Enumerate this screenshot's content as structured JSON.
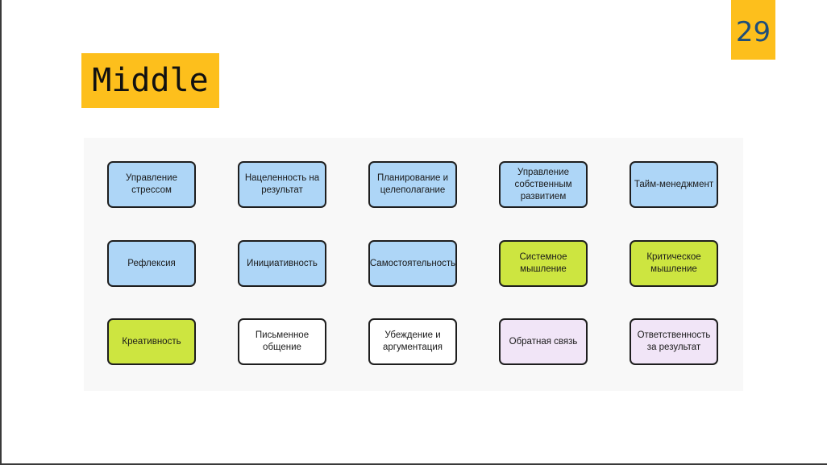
{
  "slide": {
    "page_number": "29",
    "title": "Middle"
  },
  "colors": {
    "accent_yellow": "#FDBF1C",
    "blue": "#AED6F7",
    "green": "#CDE540",
    "white": "#FFFFFF",
    "lavender": "#F1E5F7"
  },
  "cards": [
    {
      "label": "Управление стрессом",
      "color": "blue"
    },
    {
      "label": "Нацеленность на результат",
      "color": "blue"
    },
    {
      "label": "Планирование и целеполагание",
      "color": "blue"
    },
    {
      "label": "Управление собственным развитием",
      "color": "blue"
    },
    {
      "label": "Тайм-менеджмент",
      "color": "blue"
    },
    {
      "label": "Рефлексия",
      "color": "blue"
    },
    {
      "label": "Инициативность",
      "color": "blue"
    },
    {
      "label": "Самостоятельность",
      "color": "blue"
    },
    {
      "label": "Системное мышление",
      "color": "green"
    },
    {
      "label": "Критическое мышление",
      "color": "green"
    },
    {
      "label": "Креативность",
      "color": "green"
    },
    {
      "label": "Письменное общение",
      "color": "white"
    },
    {
      "label": "Убеждение и аргументация",
      "color": "white"
    },
    {
      "label": "Обратная связь",
      "color": "lavender"
    },
    {
      "label": "Ответственность за результат",
      "color": "lavender"
    }
  ]
}
